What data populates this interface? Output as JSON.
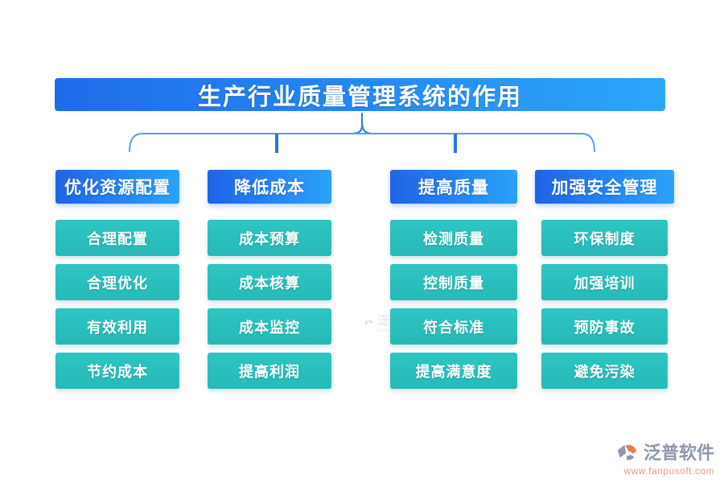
{
  "title": "生产行业质量管理系统的作用",
  "columns": [
    {
      "header": "优化资源配置",
      "items": [
        "合理配置",
        "合理优化",
        "有效利用",
        "节约成本"
      ]
    },
    {
      "header": "降低成本",
      "items": [
        "成本预算",
        "成本核算",
        "成本监控",
        "提高利润"
      ]
    },
    {
      "header": "提高质量",
      "items": [
        "检测质量",
        "控制质量",
        "符合标准",
        "提高满意度"
      ]
    },
    {
      "header": "加强安全管理",
      "items": [
        "环保制度",
        "加强培训",
        "预防事故",
        "避免污染"
      ]
    }
  ],
  "logo": {
    "brand": "泛普软件",
    "url": "www.fanpusoft.com"
  },
  "colors": {
    "title_gradient_left": "#1f6beb",
    "title_gradient_right": "#2aa7fb",
    "header_gradient_left": "#2063e6",
    "header_gradient_right": "#2ba2fa",
    "item_teal": "#2abebc",
    "connector_line": "#5e9bee",
    "connector_tick": "#2d74e2",
    "brand_text": "#8c97aa",
    "brand_url": "#e29b85",
    "background": "#ffffff"
  }
}
